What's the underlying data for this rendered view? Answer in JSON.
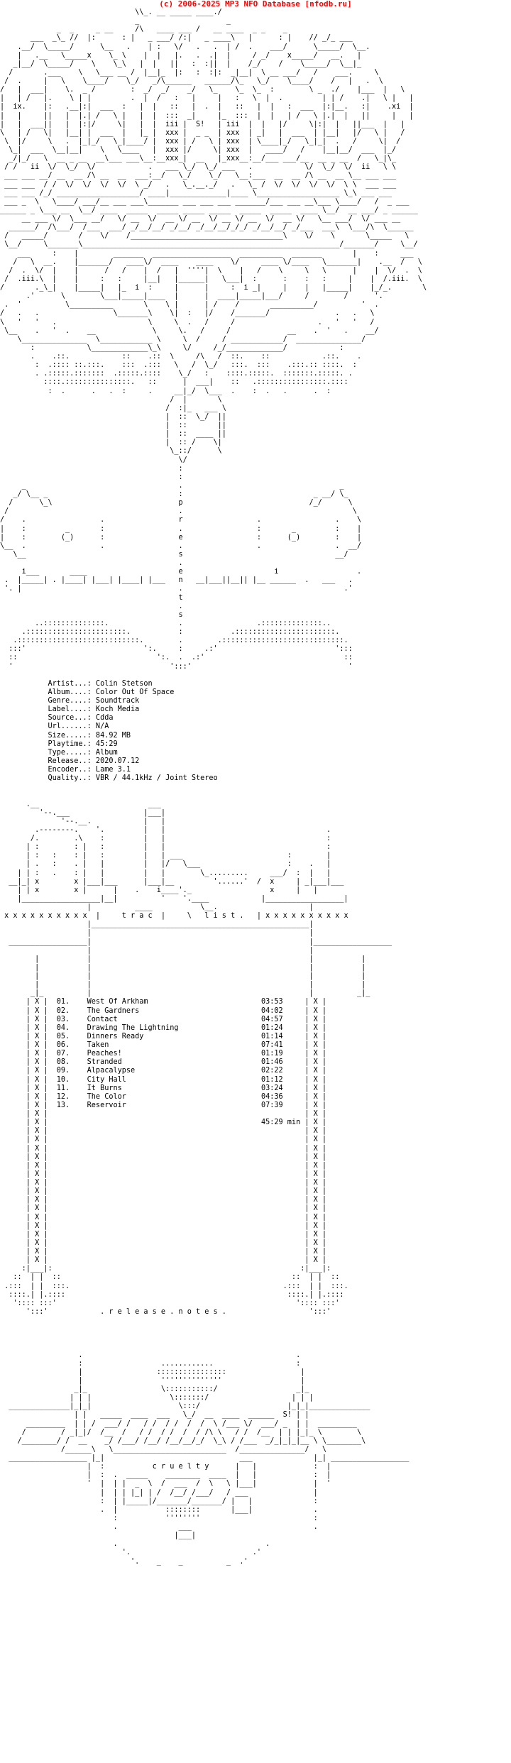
{
  "header": {
    "text": "(c) 2006-2025 MP3 NFO Database [nfodb.ru]",
    "color": "#ff0000"
  },
  "nfo_lines": [
    "                               \\\\_. __ _____ ____./",
    "                               _                    _",
    "             _  _     _ __     /\\   ____ ___ /   __ ____  _ _    _",
    "       ___  _\\_ //  |:      : |   _ ___/ /:|   _ ____\\   |      : |    // _/_ ___",
    "    .__/  \\_____/      \\__   .    | :   \\/   .   .  | /  .    ___/      \\_____/  \\__.",
    "    |   .__   \\_____x    \\_ \\    |  |   |.   .  .|  |     / _/    x_____/   __.   |",
    "   _|__/  \\_____/    \\    \\_\\   |  |   ||   :  :||  |    /_/    /    \\_____/  \\__|_",
    "  /       .___    \\   \\___ __ /  |__|_  |:   :  :|:  _|__|  \\ __ ___/   /    ___.     \\",
    " /  .     |   \\    \\____/    \\_/   _/\\______   ______/\\_   \\_/    \\____/    /   |   .  \\",
    "/   |  ___|    \\.  _ /        :  _/  _/    _/   \\_    \\_  \\_  :        \\ _  ./    |___  |   \\",
    "|   | /   |.    \\ | |         .  |  /   :   |     |   :   \\  |  .         | | /    .|   \\ |   |",
    "|  ix.    |:   .__|:|  ___  :   |  |   ::   |  .  |   ::   |  |   :  ___  |:|__.   :|    .xi  |",
    "|   |     ||   |  |.| /   \\ |   |  |  :::  _|     |_  :::  |  |   | /   \\ |.|  |   ||     |   |",
    "|   |  ___||   |  |:|/     \\|   |  |  iii |  S!   | iii  |  |   |/     \\|:|  |   ||___  |   |",
    "\\   | /   \\|   |__| |  ___  |   |_ |  xxx |  _ _  | xxx  | _|   |  ___  | |__|   |/   \\ |   /",
    " \\  |/     \\   .  |_|_/   \\_|____/ |  xxx | /   \\ | xxx  | \\____|_/   \\_|_|  .   /     \\|  /",
    "  \\_|  ___  \\__|__|    \\   \\____   |  xxx |/     \\| xxx  |   ____/   /    |__|__/  ___  |_/",
    "  _/|_/   \\  __ _ __  __\\___ ___\\__:__xxx_|  __   |_xxx__:__/___ ___/__  __ _ __  /   \\_|\\_",
    " / /   ii  \\/  \\_/  \\/            .   ___ \\_/  \\_/ ___   .            \\/  \\_/  \\/  ii   \\ \\",
    " ___ ___ __/ __  __ /\\ __  __  ___:__/   \\_/    \\_/   \\__:___  __  __ /\\ __  __ \\__ ___ ___",
    " ___ ___  / /  \\/  \\/  \\/  \\/  \\ _/   .   \\_.__._/   .   \\_ /  \\/  \\/  \\/  \\/  \\ \\  ___ ___",
    " ___ ___ /_/ ___________________/ ____|_____________|____ \\___________________ \\_\\ ___ ___",
    " ___ _  \\   \\____/ ___/__ ___ ___\\_______ ___ ___ ___ _______/___ ___ __\\___ \\____/   /  _ ___",
    "______ _ \\___ __  \\__/ ____  _____  _____ _____ _____  _____  _____  ____ \\__/  __ ___/ _ ______",
    "     __ ___ \\/  \\___ __/   \\/ __  \\/  __ \\/ __  \\/ __ \\/ __  \\/  __ \\/   \\__ ___/  \\/ ___ __",
    "  ______/  /\\___/  /___  ___/ _/__/__/ _/__/ _/__/__/_/_/ _/__/__/ _/___  ___\\  \\___/\\  \\______",
    " /   _____/       /    \\/    /___________________________________\\    \\/    \\       \\_____   \\",
    " \\__/     \\_______\\___________________________________________________________/_______/     \\__/",
    "    ___     :    |        _______  __________________  __________  _______       |    :     ___",
    "   /   \\  __.    |_______/   ____\\/  ____    ____    \\/     ____ \\/____   \\_______|    .__  /   \\",
    "  /  .  \\/  |    |      /   /    |  /   |  ''''|  \\    |   /    \\     \\   \\      |    |  \\/  .  \\",
    " /  .iii.\\  |    |     :   :     |__|   |______|   \\___|  :      :    :   :     |    |  /.iii.  \\",
    "/       ._\\_|    |_____|   |_  i  :     |      |     :  i _|     |    |   |_____|    |_/_.       \\",
    "      .'      \\        \\___|_____|____  |      |  ____|_____|___/     /        /      '.",
    " .  '          \\__________       \\    \\ |      | /    /       __________/          '  .",
    "/   .   .                 \\_______\\    \\|  :   |/    /_______/               .   .   \\",
    "\\   '   '   .                     \\     \\  .   /     /                   .   '   '   /",
    " \\__    .   '  .    __             \\     \\.   /     /             __    .  '   .    __/",
    "    \\_______________  \\____________ \\     \\  /     / ____________/  _______________/",
    "       :            \\_____________\\_\\     \\/     /_/_____________/            :",
    "       .    .::.            ::    .::  \\     /\\   /  ::.    ::            .::.    .",
    "        :  .:::: ::.:::.    :::  .:::   \\   /  \\_/   :::.  :::    .:::.:: ::::.  :",
    "        . .:::::.:::::::  .:::::.::::    \\_/   :    ::::.:::::.  :::::::.:::::. .",
    "          ::::.:::::::::::::::.   ::      |  ___|    ::   .::::::::::::::::.::::",
    "           :  .      .   .  :     .     __|_/  \\___  .    :  .   .      .  :",
    "                                       /  |       \\",
    "                                      /  :|_   ___ \\",
    "                                      |  ::  \\_/  ||",
    "                                      |  ::       ||",
    "                                      |  ::  ____ ||",
    "                                      |  :: /    \\|",
    "                                       \\_::/      \\",
    "                                         \\/",
    "                                         :",
    "                                         :",
    "     _                                   .                                    _",
    "   _/ \\__ _                              :                              _ __/ \\_",
    "  /      \\_\\                             p                             /_/      \\",
    " /                                       .                                       \\",
    "/    .                 .                 r                 .                 .    \\",
    "|    :         _       :                 .                 :       _         :    |",
    "|    :        (_)      :                 e                 :      (_)        :    |",
    "\\__  .                 .                 .                 .                 .  __/",
    "   \\__                                   s                                   __/",
    "                                         .",
    "     i___       ____                     e                     i                  .",
    " .  |_____| . |____| |___| |____| |___   n   __|___||__|| |__ ______  .   ___   .",
    " '. |                                    .                                     .'",
    "                                         t",
    "                                         .",
    "                                         s",
    "        ..::::::::::::::.                .                 .::::::::::::::..",
    "     .:::::::::::::::::::::::.           :           .:::::::::::::::::::::::.",
    "   .::::::::::::::::::::::::::::.        .        .::::::::::::::::::::::::::::.",
    "  :::'                           ':.     :     .:'                           ':::",
    "  ::                                ':.  .  .:'                                ::",
    "  '                                    ':::'                                    '",
    "",
    "           Artist...: Colin Stetson",
    "           Album....: Color Out Of Space",
    "           Genre....: Soundtrack",
    "           Label....: Koch Media",
    "           Source...: Cdda",
    "           Url......: N/A",
    "           Size.....: 84.92 MB",
    "           Playtime.: 45:29",
    "           Type.....: Album",
    "           Release..: 2020.07.12",
    "           Encoder..: Lame 3.1",
    "           Quality..: VBR / 44.1kHz / Joint Stereo",
    "",
    "",
    "      .__                         ___",
    "         '--.___                 |___|",
    "              '--.__.            |   |                                          ",
    "        .--------.    '.         |   |                                     .",
    "       /.        .\\    :         |   |                                     :",
    "      | :        : |   :         |   |                                     :",
    "      | :   :    : |   :         |   | ___                        :        |",
    "      | .   :    . |   |         |   |/   \\___                    :    .   |",
    "    | | :   .    : |   |         |   |        \\_.........     ___/  :  |   |",
    "  __|_| x        x |___|___      |___|__         '......'  /  x     | _|___|___",
    "    | | x        x |      |    .    i____'._                  x     |   |",
    "    |__________________|__|          '    '.____            |__________________|",
    "                    |          ____           \\__.                     |",
    " x x x x x x x x x x  |     t r a c  |     \\   l i s t .   | x x x x x x x x x x",
    "                    |__________________________________________________|",
    "                    |                                                  |",
    "  __________________|                                                  |__________________",
    "                    |                                                  |",
    "        |           |                                                  |           |",
    "        |           |                                                  |           |",
    "        |           |                                                  |           |",
    "        |           |                                                  |           |",
    "       _|_          |                                                  |          _|_",
    "      | X |  01.    West Of Arkham                          03:53     | X |",
    "      | X |  02.    The Gardners                            04:02     | X |",
    "      | X |  03.    Contact                                 04:57     | X |",
    "      | X |  04.    Drawing The Lightning                   01:24     | X |",
    "      | X |  05.    Dinners Ready                           01:14     | X |",
    "      | X |  06.    Taken                                   07:41     | X |",
    "      | X |  07.    Peaches!                                01:19     | X |",
    "      | X |  08.    Stranded                                01:46     | X |",
    "      | X |  09.    Alpacalypse                             02:22     | X |",
    "      | X |  10.    City Hall                               01:12     | X |",
    "      | X |  11.    It Burns                                03:24     | X |",
    "      | X |  12.    The Color                               04:36     | X |",
    "      | X |  13.    Reservoir                               07:39     | X |",
    "      | X |                                                           | X |",
    "      | X |                                                 45:29 min | X |",
    "      | X |                                                           | X |",
    "      | X |                                                           | X |",
    "      | X |                                                           | X |",
    "      | X |                                                           | X |",
    "      | X |                                                           | X |",
    "      | X |                                                           | X |",
    "      | X |                                                           | X |",
    "      | X |                                                           | X |",
    "      | X |                                                           | X |",
    "      | X |                                                           | X |",
    "      | X |                                                           | X |",
    "      | X |                                                           | X |",
    "      | X |                                                           | X |",
    "      | X |                                                           | X |",
    "      | X |                                                           | X |",
    "      | X |                                                           | X |",
    "     :|___|:                                                         :|___|:",
    "   ::  | |  ::                                                     ::  | |  ::",
    " .:::  | |  :::.                                                 .:::  | |  :::.",
    "  ::::.| |.::::                                                   ::::.| |.::::",
    "   ':::: :::'                                                       ':::: :::'",
    "      ':::'            . r e l e a s e . n o t e s .                   ':::'",
    "",
    "",
    "",
    "",
    "                  .                                                 .",
    "                  :                  ............                   :",
    "                  |                 ::::::::::::::::                 |",
    "                  |                  ''''''''''''''                  |",
    "                 _|_                 \\:::::::::::/                  _|_",
    "                | | |                  \\:::::::/                   | | |",
    "  ______________|_|_|                    \\:::/                    |_|_|______________",
    "                 | |   _____  ____  ___   \\_/  __  ____  ______  S! | |",
    "      _________  | | /  ___/ /   / /  / /  /  /  \\ /___ \\/  ___/ _  | |  _________",
    "     /        / _|_|/  /__  /   / /  / /  /  / /\\ \\   / /  /__  | | |_|_ \\        \\",
    "    /________/ /  __    _/ /___/ /__/ /__/__/_/  \\_\\ / /___  _/_|_|_|__ \\ \\________\\",
    "              /______\\   \\__________________________  /_______________/   \\",
    "  __________________ |_|                               ___              |_| __________________",
    "                    |  :           c r u e l t y      |   |             :  |",
    "                    |  :  .  _____    ________  ____  |   |             :  |",
    "                    '  |  | |  _  \\  /  ___  /  \\   \\ |___|             |  '",
    "                       |  | | |_| | /  /__/ /___/   / ___               |",
    "                       :  | |_____|/_______/_______/ |   |              :",
    "                       .  |           ::::::::       |___|              .",
    "                          :           ''''''''                          :",
    "                          .              ___                            .",
    "                                        |___|",
    "                          .                                  .",
    "                            '.                            .'",
    "                              '.    _    _          _  .'"
  ]
}
